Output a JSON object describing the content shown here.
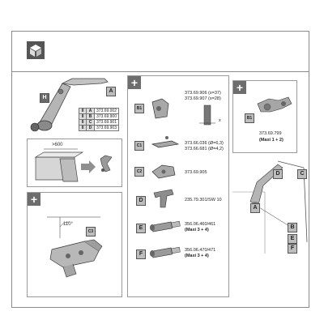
{
  "labels": {
    "A": "A",
    "B": "B",
    "C": "C",
    "C1": "C1",
    "C2": "C2",
    "D": "D",
    "E": "E",
    "F": "F",
    "H": "H",
    "B1": "B1",
    "C3": "C3"
  },
  "plus_symbol": "+",
  "top_left": {
    "table": [
      {
        "key": "II",
        "sub": "A",
        "code": "373.69.002"
      },
      {
        "key": "II",
        "sub": "B",
        "code": "373.69.900"
      },
      {
        "key": "II",
        "sub": "C",
        "code": "373.69.901"
      },
      {
        "key": "II",
        "sub": "D",
        "code": "373.69.903"
      }
    ],
    "width_label": ">600"
  },
  "hinge_panel": {
    "angle_label": "110°"
  },
  "parts": {
    "b1_codes": [
      "373.69.906 (x=37)",
      "373.69.907 (x=28)"
    ],
    "b1_x": "x",
    "c1_codes": [
      "373.66.036 (Ø=6,3)",
      "373.66.681 (Ø=4,2)"
    ],
    "c2_code": "373.69.905",
    "d_code": "235.79.301/SW 10",
    "e_code": "356.06.460/461",
    "e_note": "(Maxi 3 + 4)",
    "f_code": "356.06.470/471",
    "f_note": "(Maxi 3 + 4)"
  },
  "right_top": {
    "code": "373.69.799",
    "note": "(Maxi 1 + 2)"
  },
  "colors": {
    "metal": "#9d9d9d",
    "metal_dark": "#555555",
    "panel_border": "#9a9a9a",
    "badge": "#6d6d6d"
  },
  "icons": [
    "box-icon",
    "plus-icon"
  ]
}
